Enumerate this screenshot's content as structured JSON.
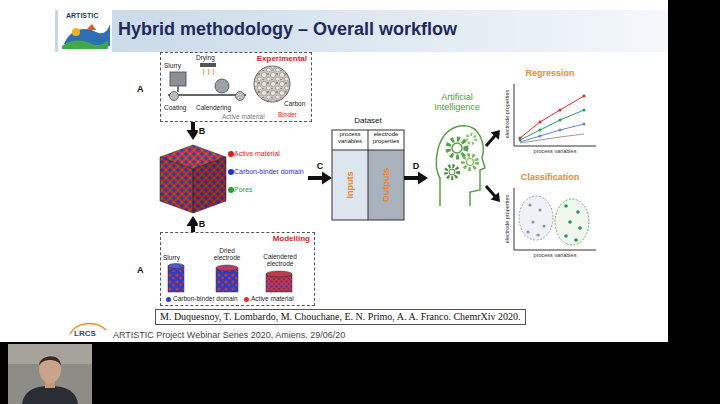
{
  "diagram": {
    "title": "Hybrid methodology – Overall workflow",
    "nodes": [
      {
        "text": [
          "Experimental"
        ]
      },
      {
        "text": [
          "Active material",
          "Carbon-binder domain",
          "Pores"
        ]
      },
      {
        "text": [
          "Modelling"
        ]
      },
      {
        "text": [
          "Dataset",
          "process variables",
          "electrode properties",
          "Inputs",
          "Outputs"
        ]
      },
      {
        "text": [
          "Artificial Intelligence"
        ]
      },
      {
        "text": [
          "Regression",
          "electrode properties",
          "process variables"
        ]
      },
      {
        "text": [
          "Classification",
          "electrode properties",
          "process variables"
        ]
      }
    ],
    "edges": [
      {
        "from": 0,
        "to": 1,
        "label": "B",
        "arrow": "to"
      },
      {
        "from": 2,
        "to": 1,
        "label": "B",
        "arrow": "to"
      },
      {
        "from": 1,
        "to": 3,
        "label": "C",
        "arrow": "to"
      },
      {
        "from": 3,
        "to": 4,
        "label": "D",
        "arrow": "to"
      },
      {
        "from": 4,
        "to": 5,
        "arrow": "to"
      },
      {
        "from": 4,
        "to": 6,
        "arrow": "to"
      }
    ],
    "labels": [
      "ARTISTIC",
      "A",
      "Drying",
      "Slurry",
      "Coating",
      "Calendering",
      "Carbon",
      "Binder",
      "Active material",
      "A",
      "Slurry",
      "Dried electrode",
      "Calendered electrode",
      "M. Duquesnoy, T. Lombardo, M. Chouchane, E. N. Primo, A. A. Franco. ChemrXiv 2020.",
      "LRCS",
      "ARTISTIC Project Webinar Series 2020, Amiens, 29/06/20"
    ],
    "legend": [
      {
        "text": "Carbon-binder domain",
        "color": "#2b3fc4"
      },
      {
        "text": "Active material",
        "color": "#d8302c"
      }
    ]
  }
}
